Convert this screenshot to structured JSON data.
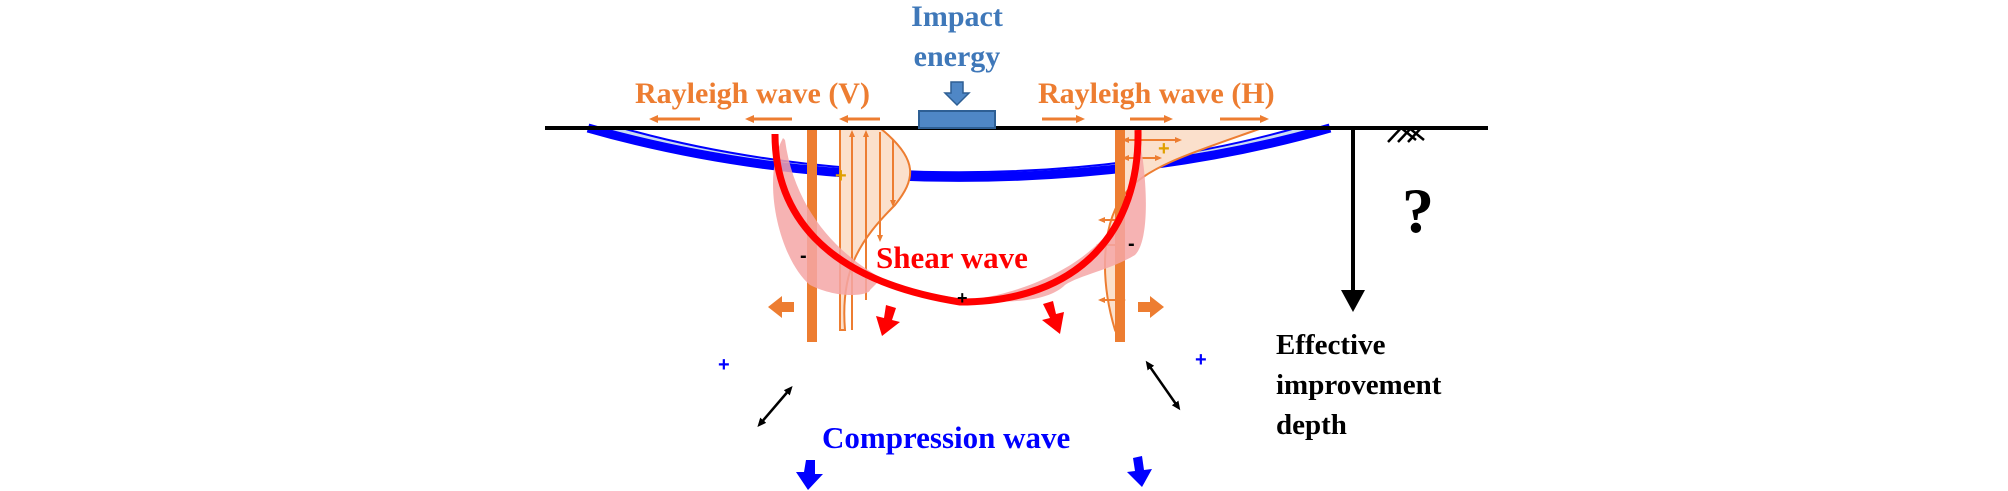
{
  "labels": {
    "impact_line1": "Impact",
    "impact_line2": "energy",
    "rayleigh_v": "Rayleigh wave (V)",
    "rayleigh_h": "Rayleigh wave (H)",
    "shear_wave": "Shear wave",
    "compression_wave": "Compression wave",
    "question": "?",
    "depth_line1": "Effective",
    "depth_line2": "improvement",
    "depth_line3": "depth"
  },
  "signs": {
    "plus": "+",
    "minus": "-"
  },
  "colors": {
    "impact": "#3f78b9",
    "rayleigh": "#ed7d31",
    "rayleigh_fill": "#fbe0cc",
    "shear": "#ff0000",
    "shear_fill": "#f4a6a6",
    "compression": "#0000ff",
    "compression_fill": "#c9daf2",
    "ground": "#000000"
  },
  "icons": {
    "ground_hatch": "hatch-icon",
    "depth_arrow": "arrow-down-icon"
  }
}
